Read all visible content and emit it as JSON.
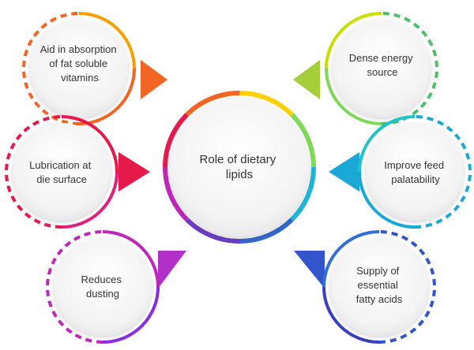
{
  "center": {
    "lines": [
      "Role of dietary",
      "lipids"
    ]
  },
  "nodes": [
    {
      "id": "absorption",
      "lines": [
        "Aid in absorption",
        "of fat soluble",
        "vitamins"
      ],
      "color": "#f26522"
    },
    {
      "id": "energy",
      "lines": [
        "Dense energy",
        "source"
      ],
      "color": "#a6ce39"
    },
    {
      "id": "lubrication",
      "lines": [
        "Lubrication at",
        "die surface"
      ],
      "color": "#e6194b"
    },
    {
      "id": "palatability",
      "lines": [
        "Improve feed",
        "palatability"
      ],
      "color": "#1aa9d6"
    },
    {
      "id": "dusting",
      "lines": [
        "Reduces",
        "dusting"
      ],
      "color": "#b12fc9"
    },
    {
      "id": "fatty-acids",
      "lines": [
        "Supply of",
        "essential",
        "fatty acids"
      ],
      "color": "#3355cc"
    }
  ]
}
